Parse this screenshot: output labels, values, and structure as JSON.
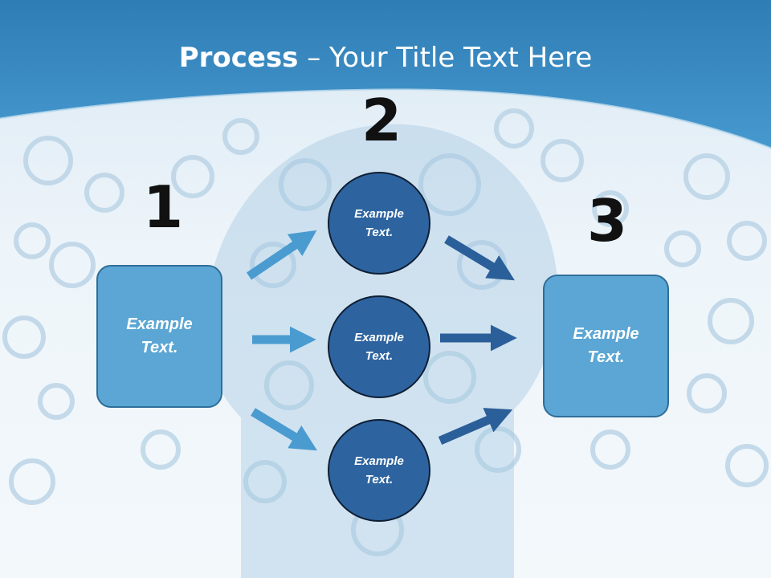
{
  "title": {
    "bold": "Process",
    "rest": " – Your Title Text Here"
  },
  "numbers": [
    "1",
    "2",
    "3"
  ],
  "left_box": {
    "line1": "Example",
    "line2": "Text."
  },
  "right_box": {
    "line1": "Example",
    "line2": "Text."
  },
  "circles": [
    {
      "line1": "Example",
      "line2": "Text."
    },
    {
      "line1": "Example",
      "line2": "Text."
    },
    {
      "line1": "Example",
      "line2": "Text."
    }
  ],
  "colors": {
    "header": "#3f8fc4",
    "box_fill": "#5ba6d4",
    "circle_fill": "#2d64a0",
    "arrow_light": "#4a9bd0",
    "arrow_dark": "#2b5f99"
  }
}
